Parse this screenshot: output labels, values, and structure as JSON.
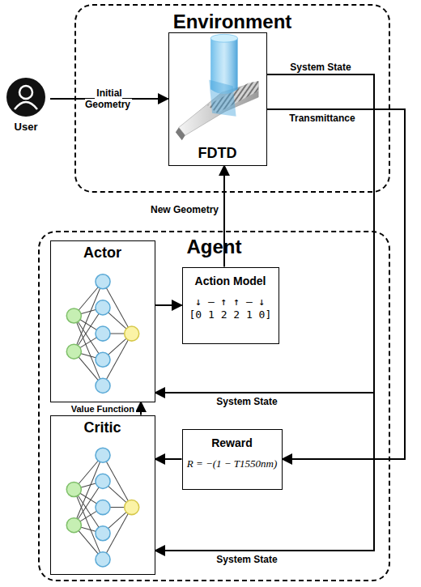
{
  "diagram": {
    "nodes": [
      {
        "text": [
          "Environment"
        ]
      },
      {
        "text": [
          "FDTD"
        ],
        "in": 0
      },
      {
        "text": [
          "User"
        ]
      },
      {
        "text": [
          "Agent"
        ]
      },
      {
        "text": [
          "Actor"
        ],
        "in": 3
      },
      {
        "text": [
          "Action Model",
          "↓ – ↑ ↑ – ↓",
          "[0 1 2 2 1 0]"
        ],
        "in": 3
      },
      {
        "text": [
          "Critic"
        ],
        "in": 3
      },
      {
        "text": [
          "Reward",
          "R = −(1 − T1550nm)"
        ],
        "in": 3
      }
    ],
    "edges": [
      {
        "from": 2,
        "to": 1,
        "label": "Initial Geometry",
        "arrow": "to"
      },
      {
        "from": 1,
        "to": 4,
        "label": "System State",
        "arrow": "to"
      },
      {
        "from": 1,
        "to": 6,
        "label": "System State",
        "arrow": "to"
      },
      {
        "from": 1,
        "to": 7,
        "label": "Transmittance",
        "arrow": "to"
      },
      {
        "from": 4,
        "to": 5,
        "arrow": "to"
      },
      {
        "from": 5,
        "to": 1,
        "label": "New Geometry",
        "arrow": "to"
      },
      {
        "from": 6,
        "to": 4,
        "label": "Value Function",
        "arrow": "to"
      },
      {
        "from": 7,
        "to": 6,
        "arrow": "to"
      }
    ],
    "labels": [
      "System State"
    ]
  }
}
